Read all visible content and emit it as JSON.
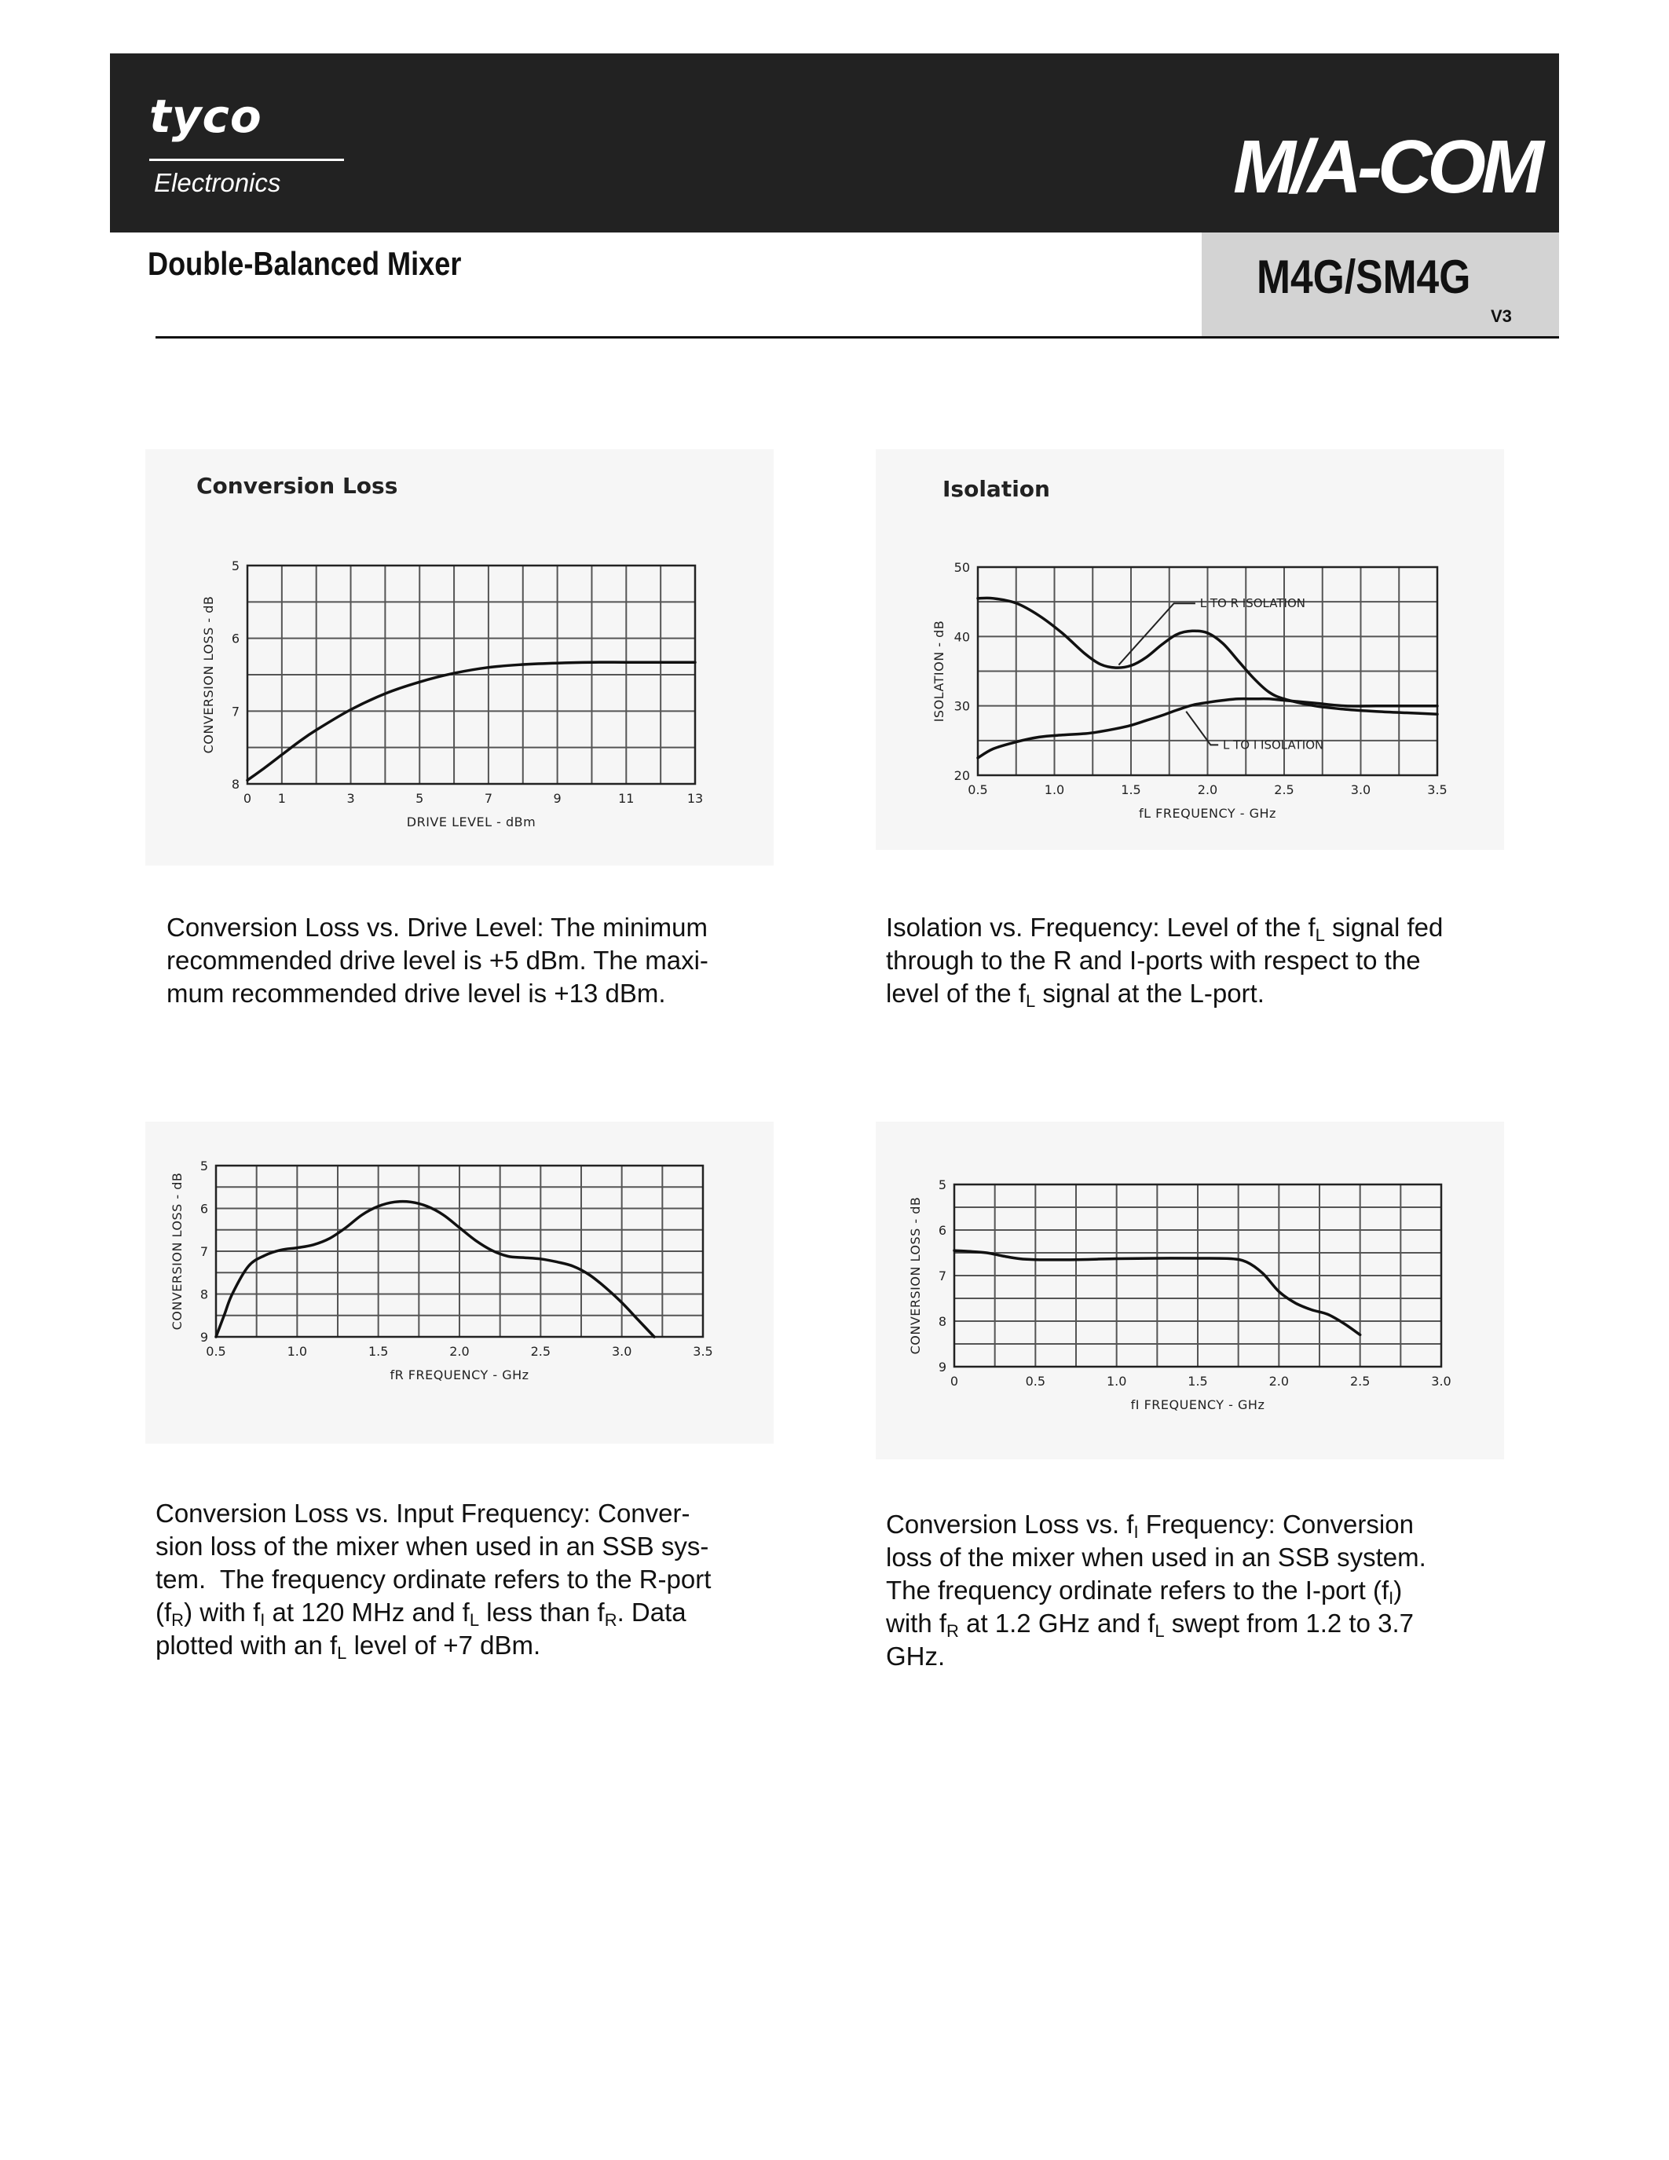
{
  "header": {
    "brand_name": "tyco",
    "brand_sub": "Electronics",
    "company_logo": "M/A-COM",
    "product_type": "Double-Balanced Mixer",
    "part_number": "M4G/SM4G",
    "revision": "V3"
  },
  "captions": {
    "cl_drive": "Conversion Loss vs. Drive Level: The minimum recommended drive level is +5 dBm. The maxi- mum recommended drive level is +13 dBm.",
    "isolation": "Isolation vs. Frequency: Level of the fL signal fed through to the R and I-ports with respect to the level of the fL signal at the L-port.",
    "cl_input_freq": "Conversion Loss vs. Input Frequency: Conver- sion loss of the mixer when used in an SSB sys- tem. The frequency ordinate refers to the R-port (fR) with fI at 120 MHz and fL less than fR. Data plotted with an fL level of +7 dBm.",
    "cl_if_freq": "Conversion Loss vs. fI Frequency: Conversion loss of the mixer when used in an SSB system. The frequency ordinate refers to the I-port (fI) with fR at 1.2 GHz and fL swept from 1.2 to 3.7 GHz."
  },
  "chart_data": [
    {
      "id": "cl_drive",
      "type": "line",
      "title": "Conversion Loss",
      "xlabel": "DRIVE LEVEL - dBm",
      "ylabel": "CONVERSION LOSS - dB",
      "xlim": [
        0,
        13
      ],
      "ylim": [
        5,
        8
      ],
      "y_inverted": true,
      "x_ticks": [
        0,
        1,
        3,
        5,
        7,
        9,
        11,
        13
      ],
      "y_ticks": [
        5,
        6,
        7,
        8
      ],
      "x_tick_labels": [
        "0",
        "1",
        "3",
        "5",
        "7",
        "9",
        "11",
        "13"
      ],
      "y_tick_labels": [
        "5",
        "6",
        "7",
        "8"
      ],
      "grid": true,
      "series": [
        {
          "x": [
            0,
            0.5,
            1,
            1.5,
            2,
            3,
            4,
            5,
            6,
            7,
            8,
            9,
            10,
            11,
            12,
            13
          ],
          "y": [
            7.95,
            7.78,
            7.6,
            7.42,
            7.26,
            6.98,
            6.76,
            6.6,
            6.48,
            6.4,
            6.36,
            6.34,
            6.33,
            6.33,
            6.33,
            6.33
          ]
        }
      ]
    },
    {
      "id": "isolation",
      "type": "line",
      "title": "Isolation",
      "xlabel": "fL FREQUENCY - GHz",
      "ylabel": "ISOLATION - dB",
      "xlim": [
        0.5,
        3.5
      ],
      "ylim": [
        20,
        50
      ],
      "x_ticks": [
        0.5,
        1.0,
        1.5,
        2.0,
        2.5,
        3.0,
        3.5
      ],
      "y_ticks": [
        20,
        30,
        40,
        50
      ],
      "x_tick_labels": [
        "0.5",
        "1.0",
        "1.5",
        "2.0",
        "2.5",
        "3.0",
        "3.5"
      ],
      "y_tick_labels": [
        "20",
        "30",
        "40",
        "50"
      ],
      "grid": true,
      "annotations": [
        "L TO R ISOLATION",
        "L TO I ISOLATION"
      ],
      "series": [
        {
          "name": "L TO R ISOLATION",
          "x": [
            0.5,
            0.6,
            0.75,
            0.9,
            1.05,
            1.2,
            1.3,
            1.4,
            1.5,
            1.6,
            1.7,
            1.8,
            1.9,
            2.0,
            2.1,
            2.2,
            2.3,
            2.4,
            2.5,
            2.7,
            2.9,
            3.1,
            3.3,
            3.5
          ],
          "y": [
            45.5,
            45.5,
            44.8,
            43,
            40.5,
            37.5,
            36,
            35.5,
            35.8,
            37,
            38.8,
            40.3,
            40.8,
            40.5,
            39,
            36.5,
            34,
            32,
            31,
            30,
            29.5,
            29.2,
            29,
            28.8
          ]
        },
        {
          "name": "L TO I ISOLATION",
          "x": [
            0.5,
            0.6,
            0.75,
            0.9,
            1.05,
            1.2,
            1.3,
            1.4,
            1.5,
            1.6,
            1.7,
            1.8,
            1.9,
            2.0,
            2.1,
            2.2,
            2.3,
            2.4,
            2.5,
            2.7,
            2.9,
            3.1,
            3.3,
            3.5
          ],
          "y": [
            22.5,
            23.8,
            24.8,
            25.5,
            25.8,
            26,
            26.3,
            26.7,
            27.2,
            27.9,
            28.6,
            29.4,
            30.1,
            30.5,
            30.8,
            31,
            31,
            31,
            30.8,
            30.4,
            30,
            30,
            30,
            30
          ]
        }
      ]
    },
    {
      "id": "cl_input_freq",
      "type": "line",
      "title": "",
      "xlabel": "fR FREQUENCY - GHz",
      "ylabel": "CONVERSION LOSS - dB",
      "xlim": [
        0.5,
        3.5
      ],
      "ylim": [
        5,
        9
      ],
      "y_inverted": true,
      "x_ticks": [
        0.5,
        1.0,
        1.5,
        2.0,
        2.5,
        3.0,
        3.5
      ],
      "y_ticks": [
        5,
        6,
        7,
        8,
        9
      ],
      "x_tick_labels": [
        "0.5",
        "1.0",
        "1.5",
        "2.0",
        "2.5",
        "3.0",
        "3.5"
      ],
      "y_tick_labels": [
        "5",
        "6",
        "7",
        "8",
        "9"
      ],
      "grid": true,
      "series": [
        {
          "x": [
            0.5,
            0.55,
            0.6,
            0.7,
            0.8,
            0.9,
            1.0,
            1.1,
            1.2,
            1.3,
            1.4,
            1.5,
            1.6,
            1.7,
            1.8,
            1.9,
            2.0,
            2.1,
            2.2,
            2.3,
            2.4,
            2.5,
            2.6,
            2.7,
            2.8,
            2.9,
            3.0,
            3.1,
            3.2
          ],
          "y": [
            9.0,
            8.5,
            8.0,
            7.35,
            7.1,
            6.97,
            6.92,
            6.85,
            6.7,
            6.45,
            6.15,
            5.95,
            5.85,
            5.85,
            5.95,
            6.15,
            6.45,
            6.75,
            6.98,
            7.12,
            7.15,
            7.18,
            7.25,
            7.35,
            7.55,
            7.85,
            8.2,
            8.6,
            9.0
          ]
        }
      ]
    },
    {
      "id": "cl_if_freq",
      "type": "line",
      "title": "",
      "xlabel": "fI FREQUENCY - GHz",
      "ylabel": "CONVERSION LOSS - dB",
      "xlim": [
        0,
        3.0
      ],
      "ylim": [
        5,
        9
      ],
      "y_inverted": true,
      "x_ticks": [
        0,
        0.5,
        1.0,
        1.5,
        2.0,
        2.5,
        3.0
      ],
      "y_ticks": [
        5,
        6,
        7,
        8,
        9
      ],
      "x_tick_labels": [
        "0",
        "0.5",
        "1.0",
        "1.5",
        "2.0",
        "2.5",
        "3.0"
      ],
      "y_tick_labels": [
        "5",
        "6",
        "7",
        "8",
        "9"
      ],
      "grid": true,
      "series": [
        {
          "x": [
            0,
            0.1,
            0.2,
            0.3,
            0.4,
            0.5,
            0.75,
            1.0,
            1.25,
            1.5,
            1.7,
            1.8,
            1.9,
            2.0,
            2.1,
            2.2,
            2.3,
            2.4,
            2.5
          ],
          "y": [
            6.45,
            6.47,
            6.5,
            6.57,
            6.63,
            6.65,
            6.65,
            6.63,
            6.62,
            6.62,
            6.63,
            6.7,
            6.95,
            7.35,
            7.6,
            7.75,
            7.85,
            8.05,
            8.3
          ]
        }
      ]
    }
  ]
}
